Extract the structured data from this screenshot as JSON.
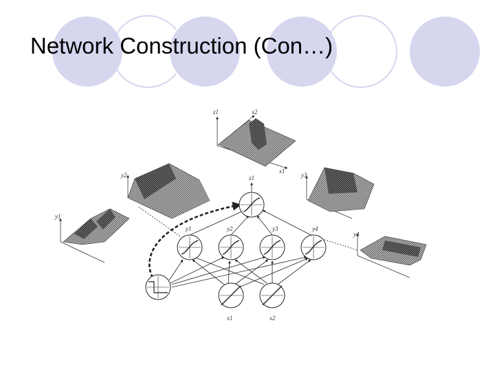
{
  "slide": {
    "title": "Network Construction (Con…)"
  },
  "colors": {
    "accent_circle": "#d6d6ef",
    "ink": "#222222"
  },
  "diagram": {
    "output_node": {
      "label": "z1"
    },
    "hidden_nodes": [
      {
        "label": "y1"
      },
      {
        "label": "y2"
      },
      {
        "label": "y3"
      },
      {
        "label": "y4"
      }
    ],
    "input_nodes": [
      {
        "label": "x1"
      },
      {
        "label": "x2"
      }
    ],
    "bias_node": {
      "label": ""
    },
    "surfaces": {
      "output": {
        "axis_labels": [
          "z1",
          "x2",
          "x1"
        ]
      },
      "y1": {
        "axis_labels": [
          "y1"
        ]
      },
      "y2": {
        "axis_labels": [
          "y2"
        ]
      },
      "y3": {
        "axis_labels": [
          "y3"
        ]
      },
      "y4": {
        "axis_labels": [
          "y4"
        ]
      }
    }
  }
}
